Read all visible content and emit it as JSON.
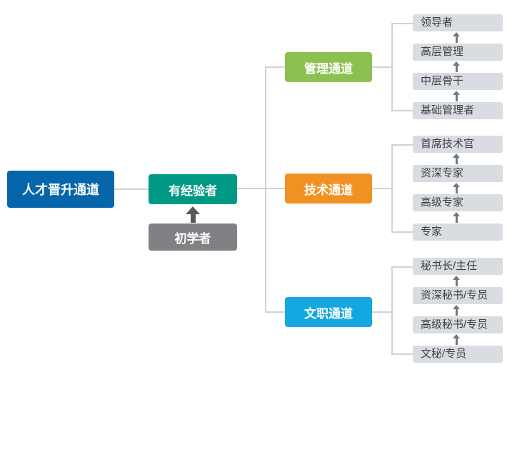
{
  "root": {
    "label": "人才晋升通道",
    "color": "#0765ab"
  },
  "stages": [
    {
      "label": "有经验者",
      "color": "#009a84"
    },
    {
      "label": "初学者",
      "color": "#7f8184"
    }
  ],
  "channels": [
    {
      "label": "管理通道",
      "color": "#8cc152",
      "levels": [
        "领导者",
        "高层管理",
        "中层骨干",
        "基础管理者"
      ]
    },
    {
      "label": "技术通道",
      "color": "#f19123",
      "levels": [
        "首席技术官",
        "资深专家",
        "高级专家",
        "专家"
      ]
    },
    {
      "label": "文职通道",
      "color": "#14a7e0",
      "levels": [
        "秘书长/主任",
        "资深秘书/专员",
        "高级秘书/专员",
        "文秘/专员"
      ]
    }
  ],
  "palette": {
    "level_box_bg": "#d9dce0",
    "level_text": "#3e4144",
    "connector_line": "#d0d2d4",
    "arrow_small": "#76787b",
    "arrow_big": "#58595b",
    "background": "#ffffff"
  }
}
